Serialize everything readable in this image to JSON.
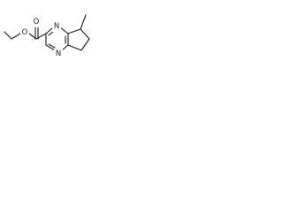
{
  "molecule": {
    "atoms": {
      "ester_oxygen": "O",
      "carbonyl_oxygen": "O",
      "ring_nitrogen_top": "N",
      "ring_nitrogen_bottom": "N"
    }
  }
}
